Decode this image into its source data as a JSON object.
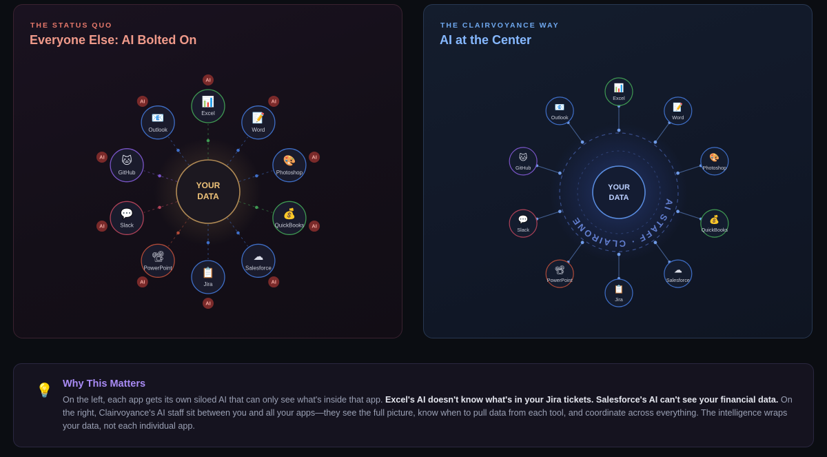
{
  "left": {
    "eyebrow": "THE STATUS QUO",
    "title": "Everyone Else: AI Bolted On",
    "center_label_1": "YOUR",
    "center_label_2": "DATA",
    "ai_badge": "AI",
    "apps": [
      {
        "name": "Excel",
        "icon": "bar-chart-icon"
      },
      {
        "name": "Word",
        "icon": "document-icon"
      },
      {
        "name": "Photoshop",
        "icon": "palette-icon"
      },
      {
        "name": "QuickBooks",
        "icon": "money-bag-icon"
      },
      {
        "name": "Salesforce",
        "icon": "cloud-icon"
      },
      {
        "name": "Jira",
        "icon": "clipboard-icon"
      },
      {
        "name": "PowerPoint",
        "icon": "projector-icon"
      },
      {
        "name": "Slack",
        "icon": "speech-bubble-icon"
      },
      {
        "name": "GitHub",
        "icon": "cat-icon"
      },
      {
        "name": "Outlook",
        "icon": "mail-icon"
      }
    ]
  },
  "right": {
    "eyebrow": "THE CLAIRVOYANCE WAY",
    "title": "AI at the Center",
    "center_label_1": "YOUR",
    "center_label_2": "DATA",
    "ring_text": "AI STAFF · CLAIRONE",
    "apps": [
      {
        "name": "Excel",
        "icon": "bar-chart-icon"
      },
      {
        "name": "Word",
        "icon": "document-icon"
      },
      {
        "name": "Photoshop",
        "icon": "palette-icon"
      },
      {
        "name": "QuickBooks",
        "icon": "money-bag-icon"
      },
      {
        "name": "Salesforce",
        "icon": "cloud-icon"
      },
      {
        "name": "Jira",
        "icon": "clipboard-icon"
      },
      {
        "name": "PowerPoint",
        "icon": "projector-icon"
      },
      {
        "name": "Slack",
        "icon": "speech-bubble-icon"
      },
      {
        "name": "GitHub",
        "icon": "cat-icon"
      },
      {
        "name": "Outlook",
        "icon": "mail-icon"
      }
    ]
  },
  "why": {
    "icon": "lightbulb-icon",
    "title": "Why This Matters",
    "text_1": "On the left, each app gets its own siloed AI that can only see what's inside that app. ",
    "bold": "Excel's AI doesn't know what's in your Jira tickets. Salesforce's AI can't see your financial data.",
    "text_2": " On the right, Clairvoyance's AI staff sit between you and all your apps—they see the full picture, know when to pull data from each tool, and coordinate across everything. The intelligence wraps your data, not each individual app."
  },
  "colors": {
    "excel": "#3f9a52",
    "quickbooks": "#3f9a52",
    "word": "#3f6fc8",
    "photoshop": "#3f6fc8",
    "salesforce": "#3f6fc8",
    "jira": "#3f6fc8",
    "outlook": "#3f6fc8",
    "github": "#7a55c8",
    "slack": "#b04258",
    "powerpoint": "#b04a38",
    "ai_badge": "#7a2a2a",
    "left_center": "#b08a55",
    "right_center": "#5a8de0"
  }
}
